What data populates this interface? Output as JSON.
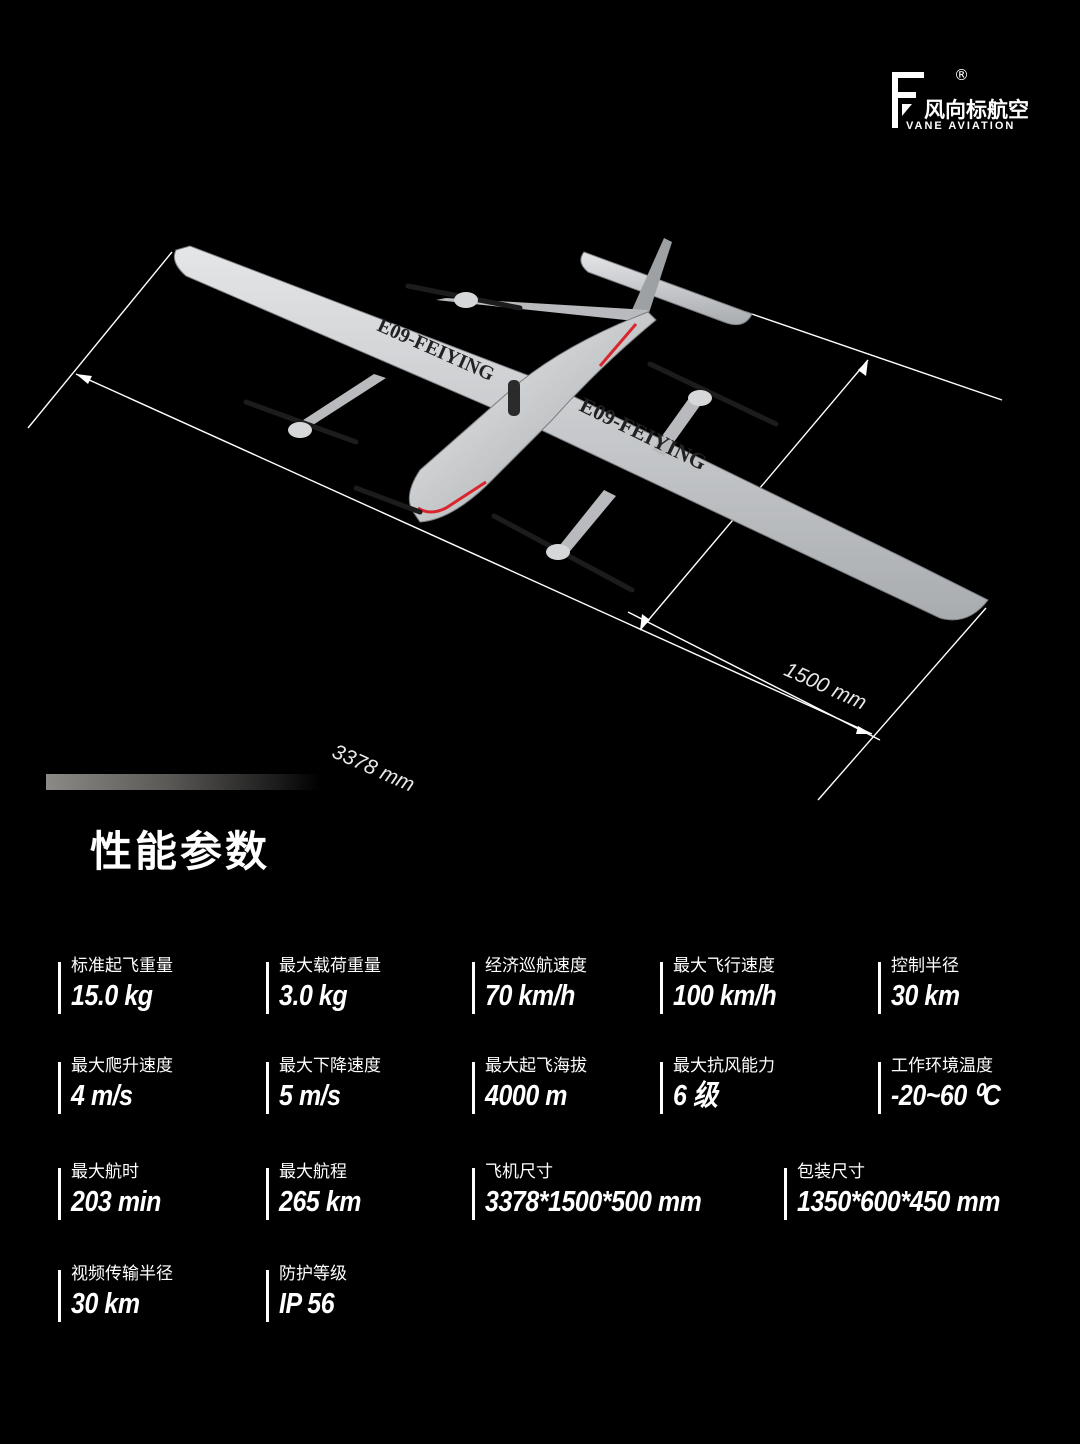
{
  "brand": {
    "name_cn": "风向标航空",
    "name_en": "VANE AVIATION",
    "registered_mark": "®"
  },
  "hero": {
    "aircraft_markings": [
      "E09-FEIYING",
      "E09-FEIYING"
    ],
    "dimension_length": "3378 mm",
    "dimension_width": "1500 mm"
  },
  "section_title": "性能参数",
  "specs": [
    {
      "label": "标准起飞重量",
      "value": "15.0 kg"
    },
    {
      "label": "最大载荷重量",
      "value": "3.0 kg"
    },
    {
      "label": "经济巡航速度",
      "value": "70 km/h"
    },
    {
      "label": "最大飞行速度",
      "value": "100 km/h"
    },
    {
      "label": "控制半径",
      "value": "30 km"
    },
    {
      "label": "最大爬升速度",
      "value": "4 m/s"
    },
    {
      "label": "最大下降速度",
      "value": "5 m/s"
    },
    {
      "label": "最大起飞海拔",
      "value": "4000 m"
    },
    {
      "label": "最大抗风能力",
      "value": "6 级"
    },
    {
      "label": "工作环境温度",
      "value": "-20~60 ⁰C"
    },
    {
      "label": "最大航时",
      "value": "203 min"
    },
    {
      "label": "最大航程",
      "value": "265 km"
    },
    {
      "label": "飞机尺寸",
      "value": "3378*1500*500 mm"
    },
    {
      "label": "包装尺寸",
      "value": "1350*600*450 mm"
    },
    {
      "label": "视频传输半径",
      "value": "30 km"
    },
    {
      "label": "防护等级",
      "value": "IP 56"
    }
  ],
  "colors": {
    "background": "#000000",
    "text": "#ffffff",
    "airframe": "#cfd1d3",
    "stripe_red": "#d8262c"
  }
}
